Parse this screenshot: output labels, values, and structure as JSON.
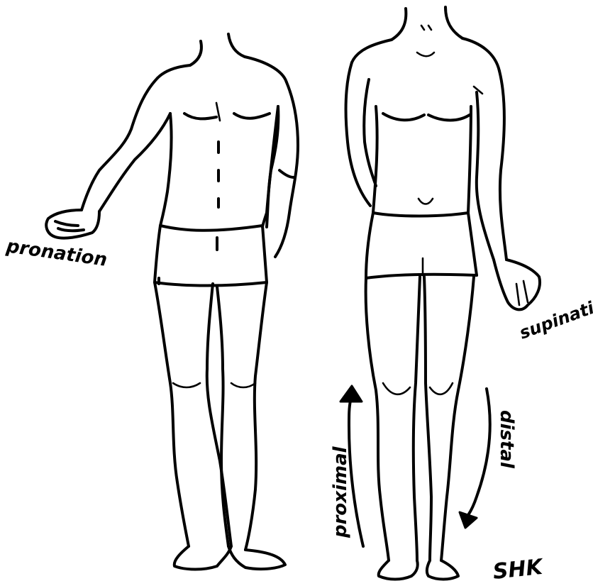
{
  "diagram": {
    "labels": {
      "pronation": "pronation",
      "supination": "supination",
      "proximal": "proximal",
      "distal": "distal",
      "signature": "SHK"
    },
    "colors": {
      "ink": "#000000",
      "paper": "#ffffff"
    }
  }
}
